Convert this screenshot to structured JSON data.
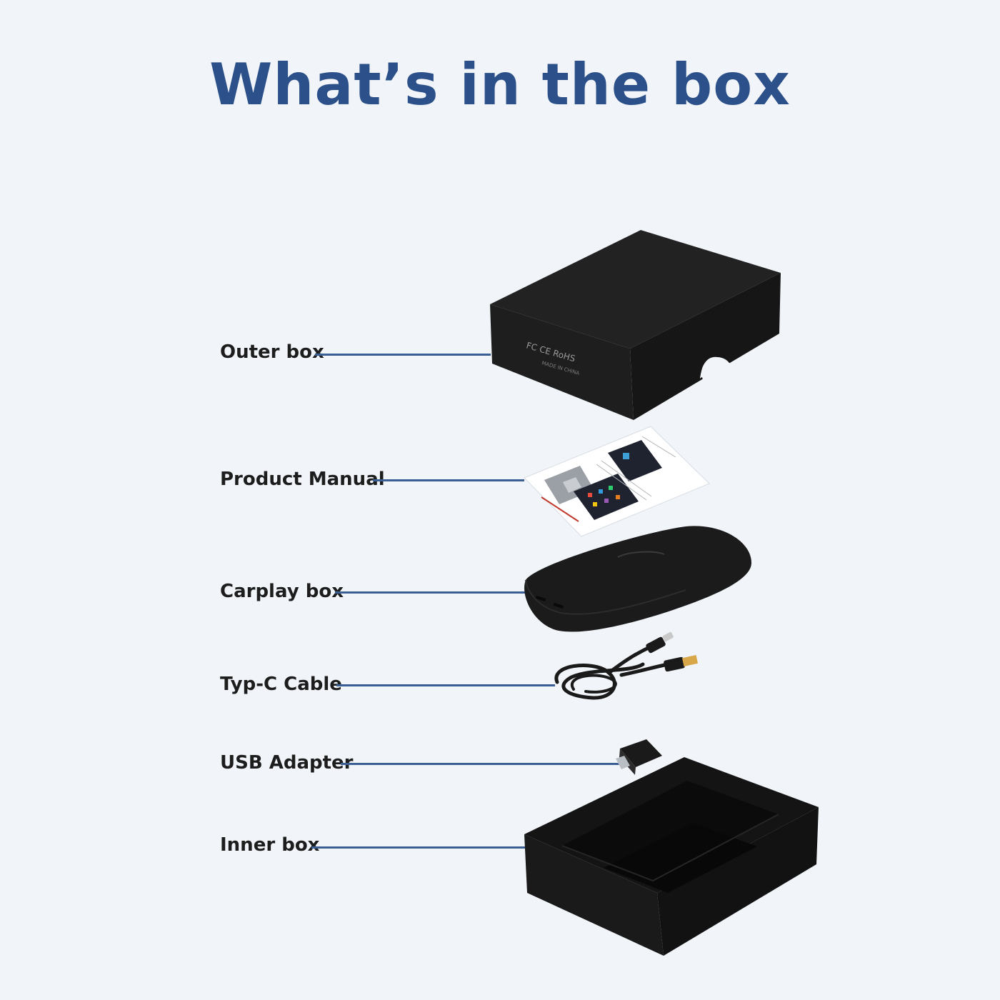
{
  "title": "What’s in the box",
  "outer_box_print": {
    "line1": "FC CE RoHS",
    "line2": "MADE IN CHINA"
  },
  "items": [
    {
      "label": "Outer box"
    },
    {
      "label": "Product Manual"
    },
    {
      "label": "Carplay box"
    },
    {
      "label": "Typ-C Cable"
    },
    {
      "label": "USB Adapter"
    },
    {
      "label": "Inner box"
    }
  ],
  "colors": {
    "title": "#2c5089",
    "leader_line": "#3a5f95",
    "background": "#f1f5fa"
  }
}
